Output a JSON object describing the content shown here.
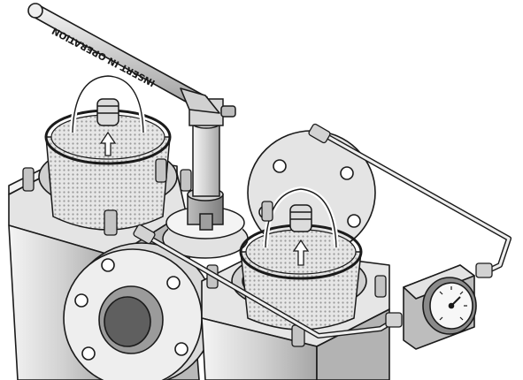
{
  "handle_label": "INSERT IN OPERATION",
  "colors": {
    "background": "#ffffff",
    "body_light": "#e9e9e9",
    "body_mid": "#c9c9c9",
    "body_dark": "#8f8f8f",
    "outline": "#1a1a1a",
    "mesh": "#d8d8d8"
  },
  "components": {
    "left_basket": "strainer-basket",
    "right_basket": "strainer-basket",
    "gauge": "differential-pressure-gauge"
  }
}
